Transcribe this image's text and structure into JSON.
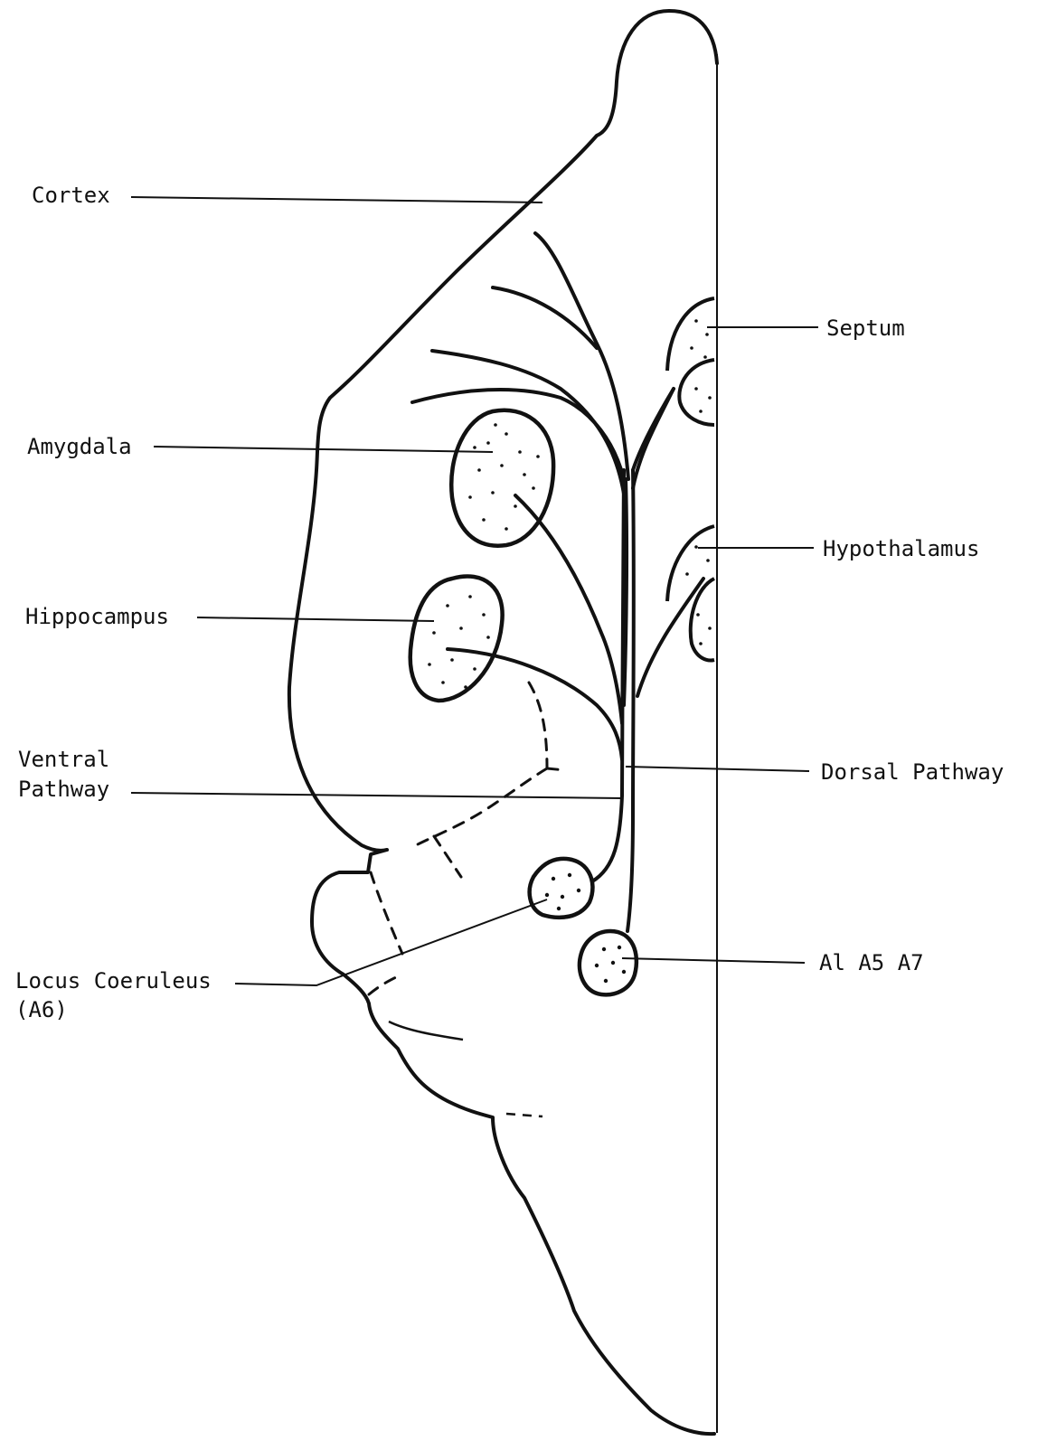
{
  "labels": {
    "cortex": "Cortex",
    "septum": "Septum",
    "amygdala": "Amygdala",
    "hypothalamus": "Hypothalamus",
    "hippocampus": "Hippocampus",
    "ventral_pathway_line1": "Ventral",
    "ventral_pathway_line2": "Pathway",
    "dorsal_pathway": "Dorsal Pathway",
    "locus_coeruleus_line1": "Locus Coeruleus",
    "locus_coeruleus_line2": "(A6)",
    "a1_a5_a7": "Al A5 A7"
  },
  "colors": {
    "ink": "#111111",
    "paper": "#ffffff"
  }
}
